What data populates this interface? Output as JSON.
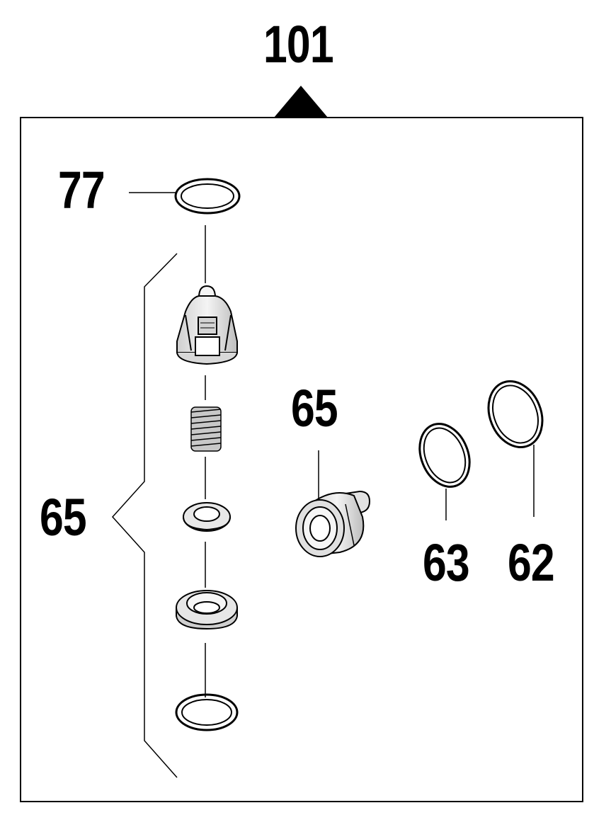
{
  "callouts": {
    "assembly": "101",
    "oring_top": "77",
    "valve_bracket": "65",
    "valve_assembled": "65",
    "ring_small": "63",
    "ring_large": "62"
  },
  "colors": {
    "stroke": "#000000",
    "background": "#ffffff",
    "part_fill": "#e8e8e8"
  }
}
